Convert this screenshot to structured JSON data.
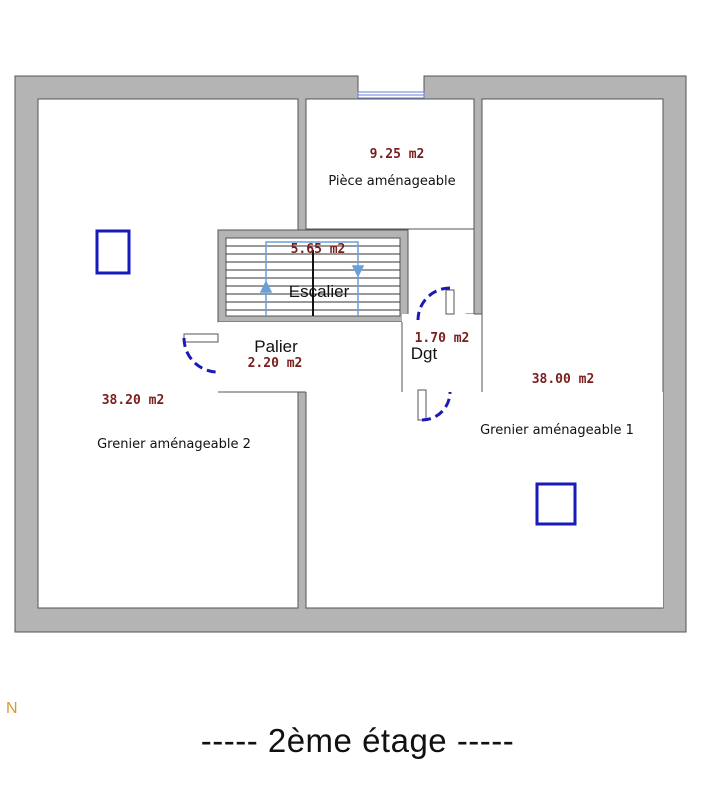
{
  "rooms": {
    "piece": {
      "area": "9.25 m2",
      "name": "Pièce aménageable"
    },
    "escalier": {
      "area": "5.65 m2",
      "name": "Escalier"
    },
    "palier": {
      "area": "2.20 m2",
      "name": "Palier"
    },
    "dgt": {
      "area": "1.70 m2",
      "name": "Dgt"
    },
    "grenier1": {
      "area": "38.00 m2",
      "name": "Grenier aménageable 1"
    },
    "grenier2": {
      "area": "38.20 m2",
      "name": "Grenier aménageable 2"
    }
  },
  "compass": "N",
  "floor_title": "-----  2ème étage  -----",
  "colors": {
    "wall": "#b4b4b4",
    "wall_edge": "#555555",
    "door": "#1a1ab8",
    "area_text": "#7a1e1e",
    "stair_arrow": "#6a9fd8",
    "compass": "#d79a2b"
  }
}
